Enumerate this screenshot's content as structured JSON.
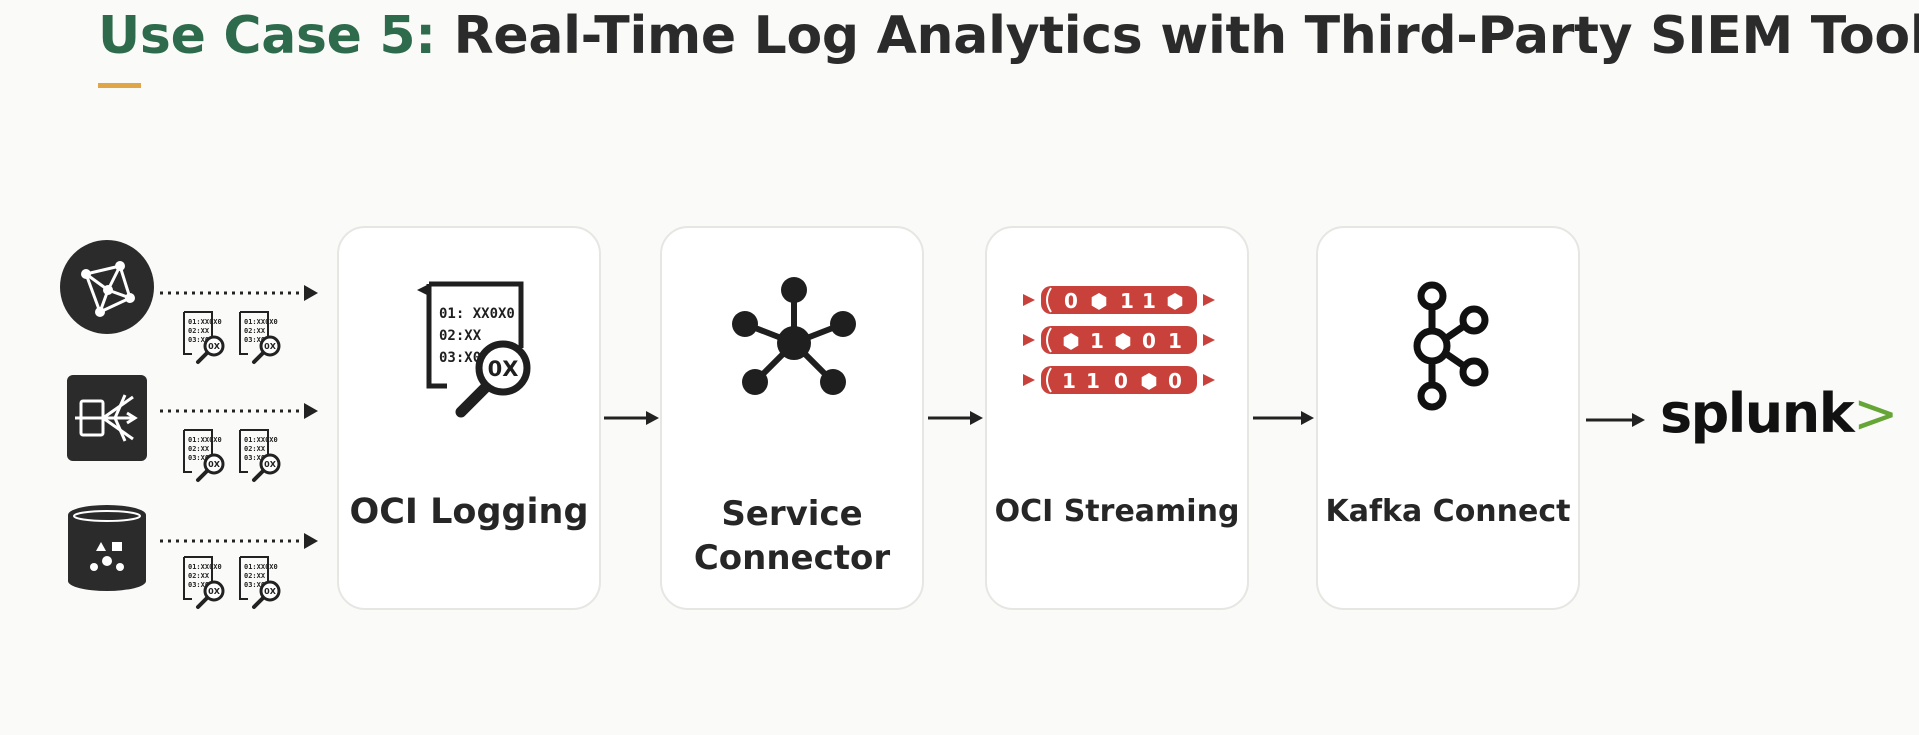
{
  "title": {
    "prefix": "Use Case 5:",
    "main": " Real-Time Log Analytics with Third-Party SIEM Tools"
  },
  "log_doc_lines": [
    "01: XX0X0",
    "02:XX",
    "03:X0X"
  ],
  "magnifier_text": "0X",
  "mini_doc_lines": [
    "01:XX0X0",
    "02:XX",
    "03:X0X"
  ],
  "stream_rows": [
    [
      "0",
      "⬢",
      "1",
      "1",
      "⬢"
    ],
    [
      "⬢",
      "1",
      "⬢",
      "0",
      "1"
    ],
    [
      "1",
      "1",
      "0",
      "⬢",
      "0"
    ]
  ],
  "cards": [
    {
      "label_lines": [
        "OCI Logging"
      ]
    },
    {
      "label_lines": [
        "Service",
        "Connector"
      ]
    },
    {
      "label_lines": [
        "OCI Streaming"
      ]
    },
    {
      "label_lines": [
        "Kafka Connect"
      ]
    }
  ],
  "destination": {
    "name": "splunk",
    "mark": ">"
  },
  "sources": [
    {
      "icon": "network-graph-icon"
    },
    {
      "icon": "gateway-icon"
    },
    {
      "icon": "database-icon"
    }
  ],
  "colors": {
    "accent_green": "#2e6b4d",
    "accent_orange": "#e0a546",
    "stream_red": "#c8413b",
    "splunk_green": "#65a637"
  }
}
